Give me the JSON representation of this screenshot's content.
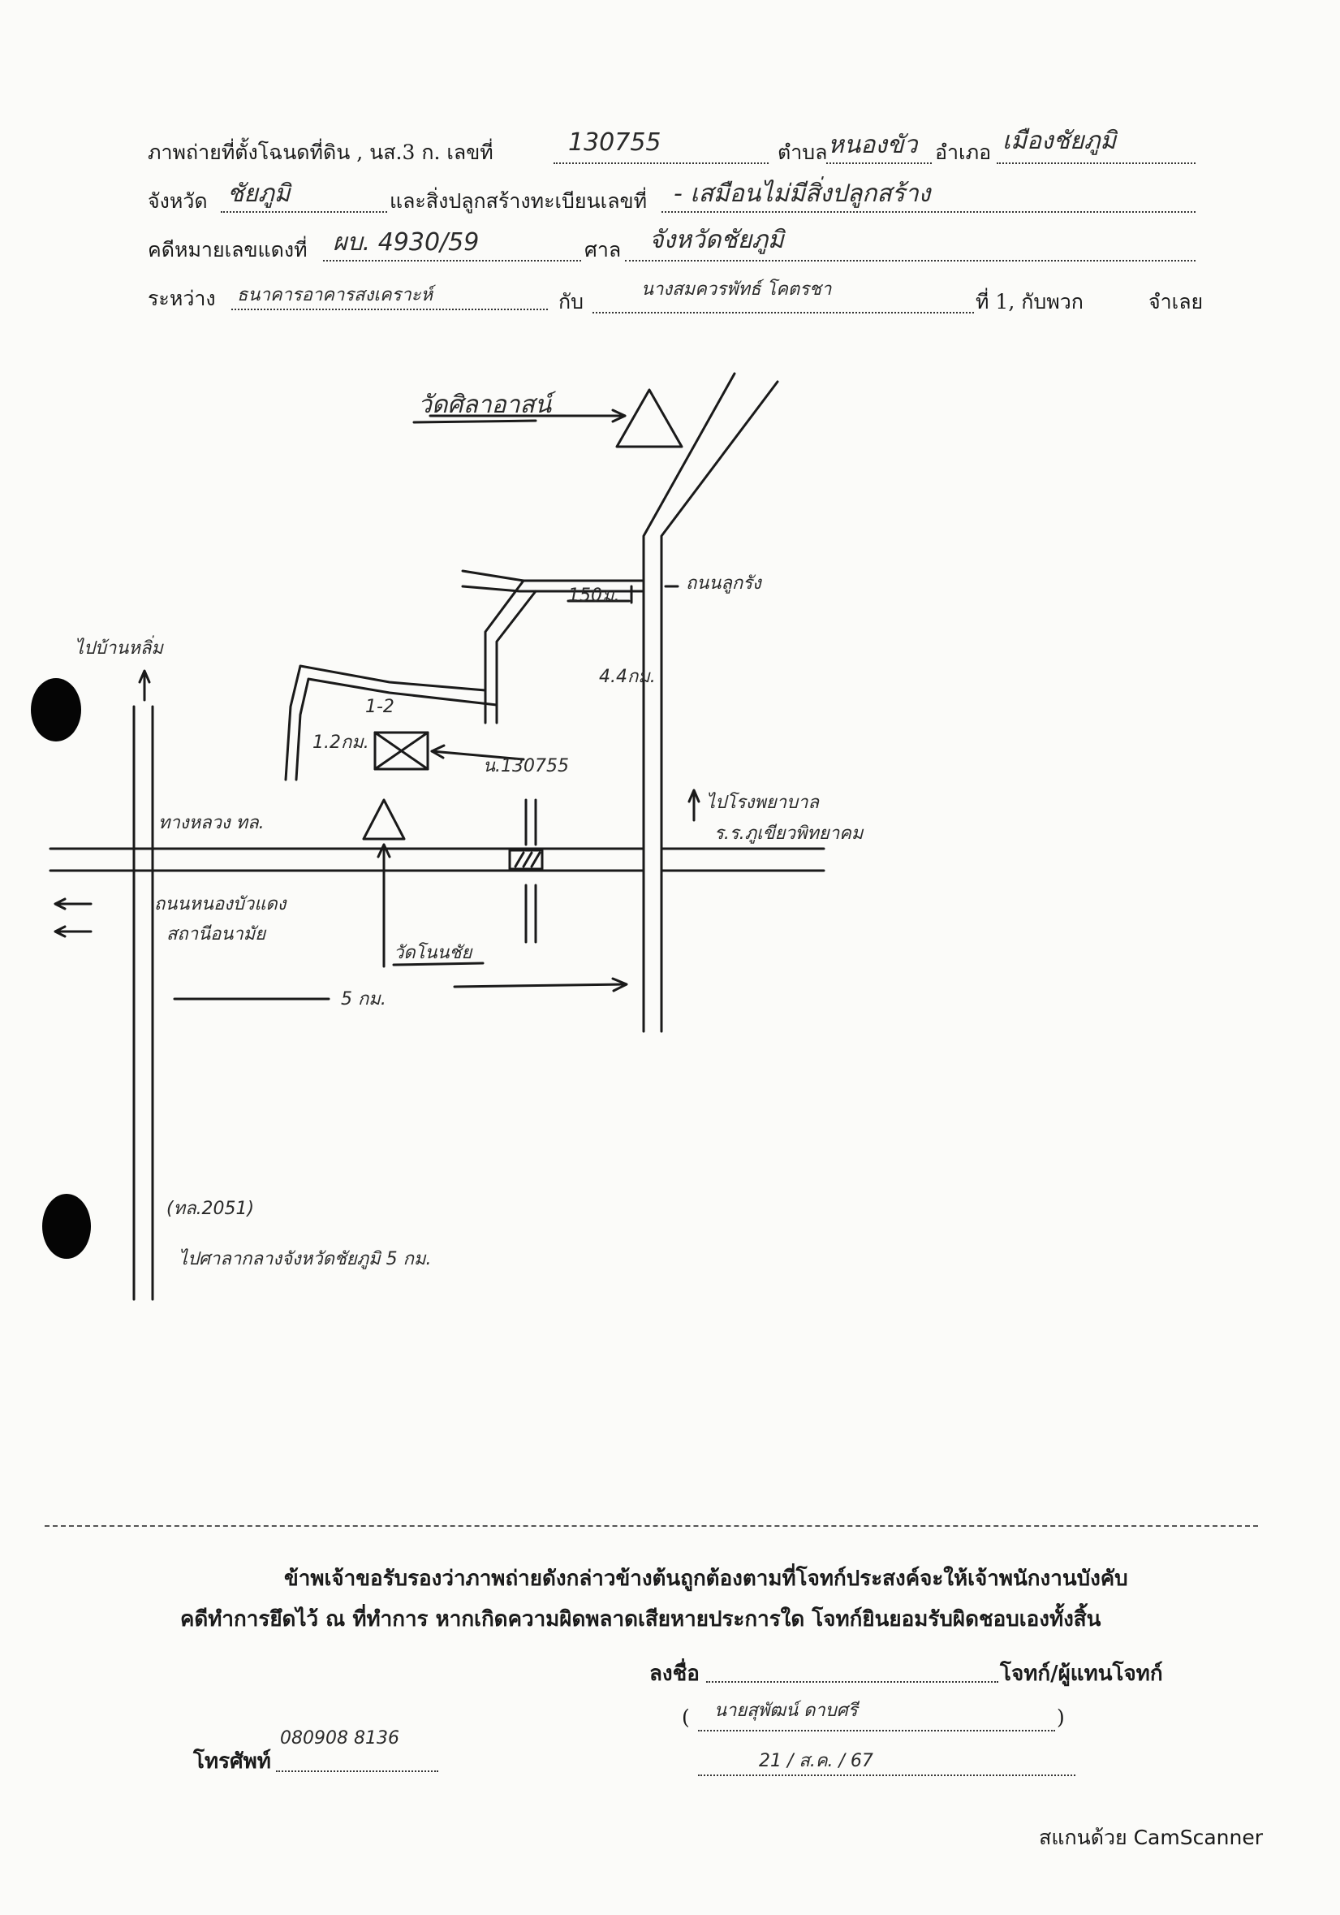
{
  "header": {
    "row1": {
      "label_photo": "ภาพถ่ายที่ตั้งโฉนดที่ดิน , นส.3 ก. เลขที่",
      "deed_no": "130755",
      "label_subdistrict": "ตำบล",
      "subdistrict": "หนองขัว",
      "label_district": "อำเภอ",
      "district": "เมืองชัยภูมิ"
    },
    "row2": {
      "label_province": "จังหวัด",
      "province": "ชัยภูมิ",
      "label_building": "และสิ่งปลูกสร้างทะเบียนเลขที่",
      "building": "-  เสมือนไม่มีสิ่งปลูกสร้าง"
    },
    "row3": {
      "label_case": "คดีหมายเลขแดงที่",
      "case_no": "ผบ. 4930/59",
      "label_court": "ศาล",
      "court": "จังหวัดชัยภูมิ"
    },
    "row4": {
      "label_between": "ระหว่าง",
      "plaintiff": "ธนาคารอาคารสงเคราะห์",
      "label_with": "กับ",
      "defendant": "นางสมควรพัทธ์ โคตรชา",
      "label_suffix": "ที่ 1, กับพวก",
      "label_role": "จำเลย"
    }
  },
  "map": {
    "temple_top": "วัดศิลาอาสน์",
    "road_north": "ถนนลูกรัง",
    "dist_150": "150ม.",
    "dist_44": "4.4กม.",
    "to_left": "ไปบ้านหลิ่ม",
    "plot_12": "1-2",
    "dist_12": "1.2กม.",
    "plot_label": "น.130755",
    "road_left": "ทางหลวง ทล.",
    "right_1": "ไปโรงพยาบาล",
    "right_2": "ร.ร.ภูเขียวพิทยาคม",
    "left_1": "ถนนหนองบัวแดง",
    "left_2": "สถานีอนามัย",
    "temple_bottom": "วัดโนนชัย",
    "dist_5": "5 กม.",
    "highway": "(ทล.2051)",
    "to_city": "ไปศาลากลางจังหวัดชัยภูมิ 5 กม."
  },
  "certification": {
    "line1": "ข้าพเจ้าขอรับรองว่าภาพถ่ายดังกล่าวข้างต้นถูกต้องตามที่โจทก์ประสงค์จะให้เจ้าพนักงานบังคับ",
    "line2": "คดีทำการยึดไว้ ณ ที่ทำการ หากเกิดความผิดพลาดเสียหายประการใด โจทก์ยินยอมรับผิดชอบเองทั้งสิ้น",
    "label_sign": "ลงชื่อ",
    "label_role": "โจทก์/ผู้แทนโจทก์",
    "signer_name": "นายสุพัฒน์ ดาบศรี",
    "date": "21 / ส.ค. / 67",
    "label_phone": "โทรศัพท์",
    "phone": "080908 8136"
  },
  "footer": {
    "scanner": "สแกนด้วย CamScanner"
  },
  "colors": {
    "ink": "#1a1a1a",
    "paper": "#fbfbf9",
    "punch_hole": "#050505"
  }
}
